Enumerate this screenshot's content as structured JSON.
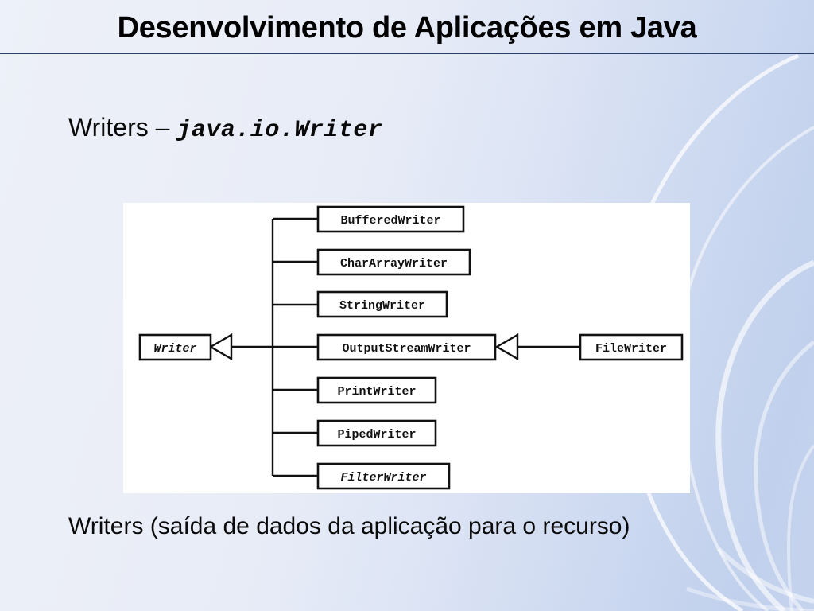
{
  "slide": {
    "title": "Desenvolvimento de Aplicações em Java",
    "subtitle_prefix": "Writers – ",
    "subtitle_code": "java.io.Writer",
    "caption": "Writers (saída de dados da aplicação para o recurso)",
    "accent_rule_color": "#2b3f66",
    "background_from": "#eef1f9",
    "background_to": "#c4d2ee",
    "panel_background": "#ffffff"
  },
  "diagram": {
    "type": "uml-class-hierarchy",
    "root": {
      "label": "Writer",
      "abstract": true
    },
    "subclasses": [
      {
        "label": "BufferedWriter",
        "abstract": false
      },
      {
        "label": "CharArrayWriter",
        "abstract": false
      },
      {
        "label": "StringWriter",
        "abstract": false
      },
      {
        "label": "OutputStreamWriter",
        "abstract": false
      },
      {
        "label": "PrintWriter",
        "abstract": false
      },
      {
        "label": "PipedWriter",
        "abstract": false
      },
      {
        "label": "FilterWriter",
        "abstract": true
      }
    ],
    "leaf": {
      "label": "FileWriter",
      "abstract": false,
      "extends": "OutputStreamWriter"
    },
    "relation": "generalization",
    "arrowhead": "hollow-triangle",
    "line_color": "#111111",
    "box_fill": "#ffffff"
  }
}
